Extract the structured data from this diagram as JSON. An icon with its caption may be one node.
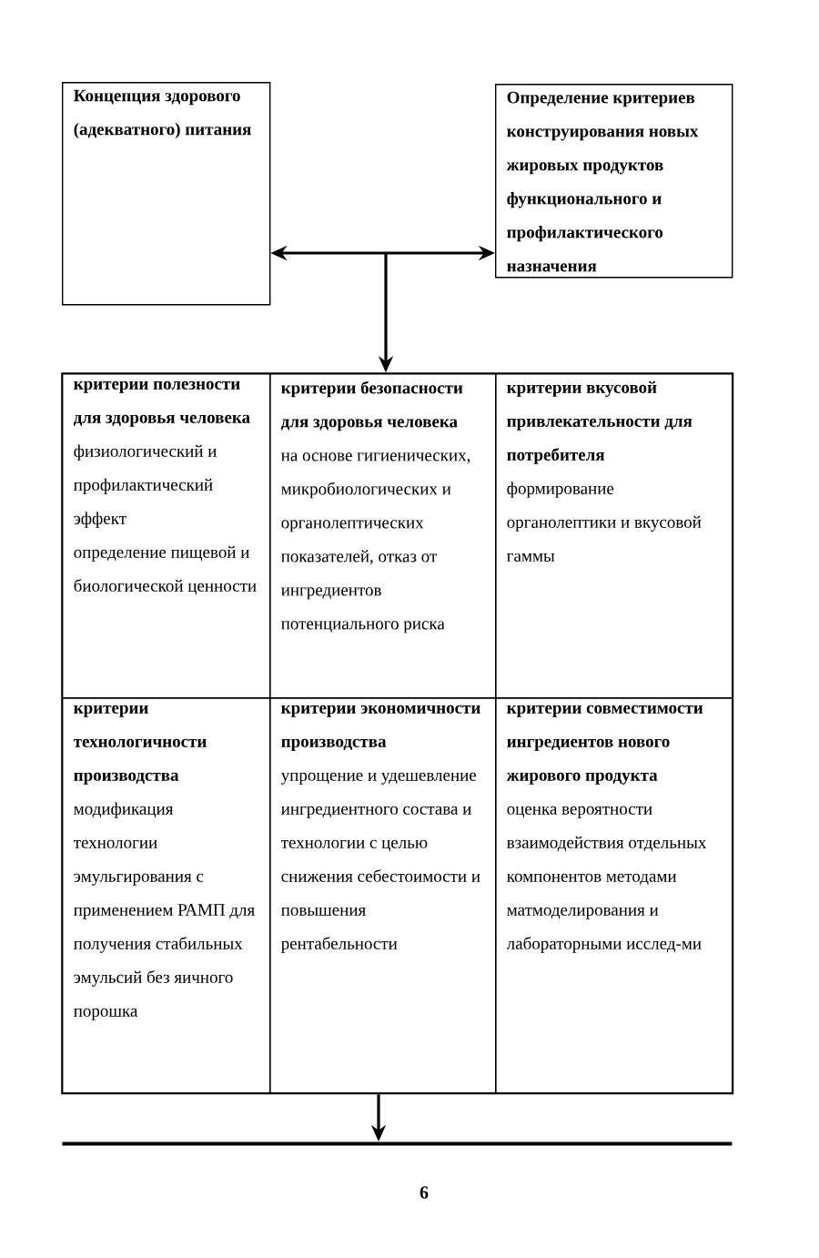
{
  "diagram": {
    "nodes": [
      {
        "text": [
          "Концепция здорового (адекватного) питания"
        ]
      },
      {
        "text": [
          "Определение критериев конструирования новых жировых продуктов функционального и профилактического назначения"
        ]
      },
      {
        "text": [],
        "shape": "box"
      },
      {
        "text": [
          "критерии полезности для здоровья человека",
          "физиологический и профилактический эффект",
          "определение пищевой и биологической ценности"
        ],
        "in": 2
      },
      {
        "text": [
          "критерии безопасности для здоровья человека",
          "на основе гигиенических, микробиологических и органолептических показателей, отказ от ингредиентов потенциального риска"
        ],
        "in": 2
      },
      {
        "text": [
          "критерии вкусовой привлекательности для потребителя",
          "формирование органолептики и вкусовой гаммы"
        ],
        "in": 2
      },
      {
        "text": [
          "критерии технологичности производства",
          "модификация технологии эмульгирования с применением РАМП для получения стабильных эмульсий без яичного порошка"
        ],
        "in": 2
      },
      {
        "text": [
          "критерии экономичности производства",
          "упрощение и удешевление ингредиентного состава и технологии с целью снижения себестоимости и повышения рентабельности"
        ],
        "in": 2
      },
      {
        "text": [
          "критерии совместимости ингредиентов нового жирового продукта",
          "оценка вероятности взаимодействия отдельных компонентов методами матмоделирования и лабораторными исслед-ми"
        ],
        "in": 2
      },
      {
        "text": [],
        "shape": "bar"
      }
    ],
    "edges": [
      {
        "from": 0,
        "to": 1,
        "arrow": "both"
      },
      {
        "from": null,
        "to": 2,
        "arrow": "to"
      },
      {
        "from": 2,
        "to": 9,
        "arrow": "to"
      }
    ],
    "labels": [
      "6"
    ]
  }
}
